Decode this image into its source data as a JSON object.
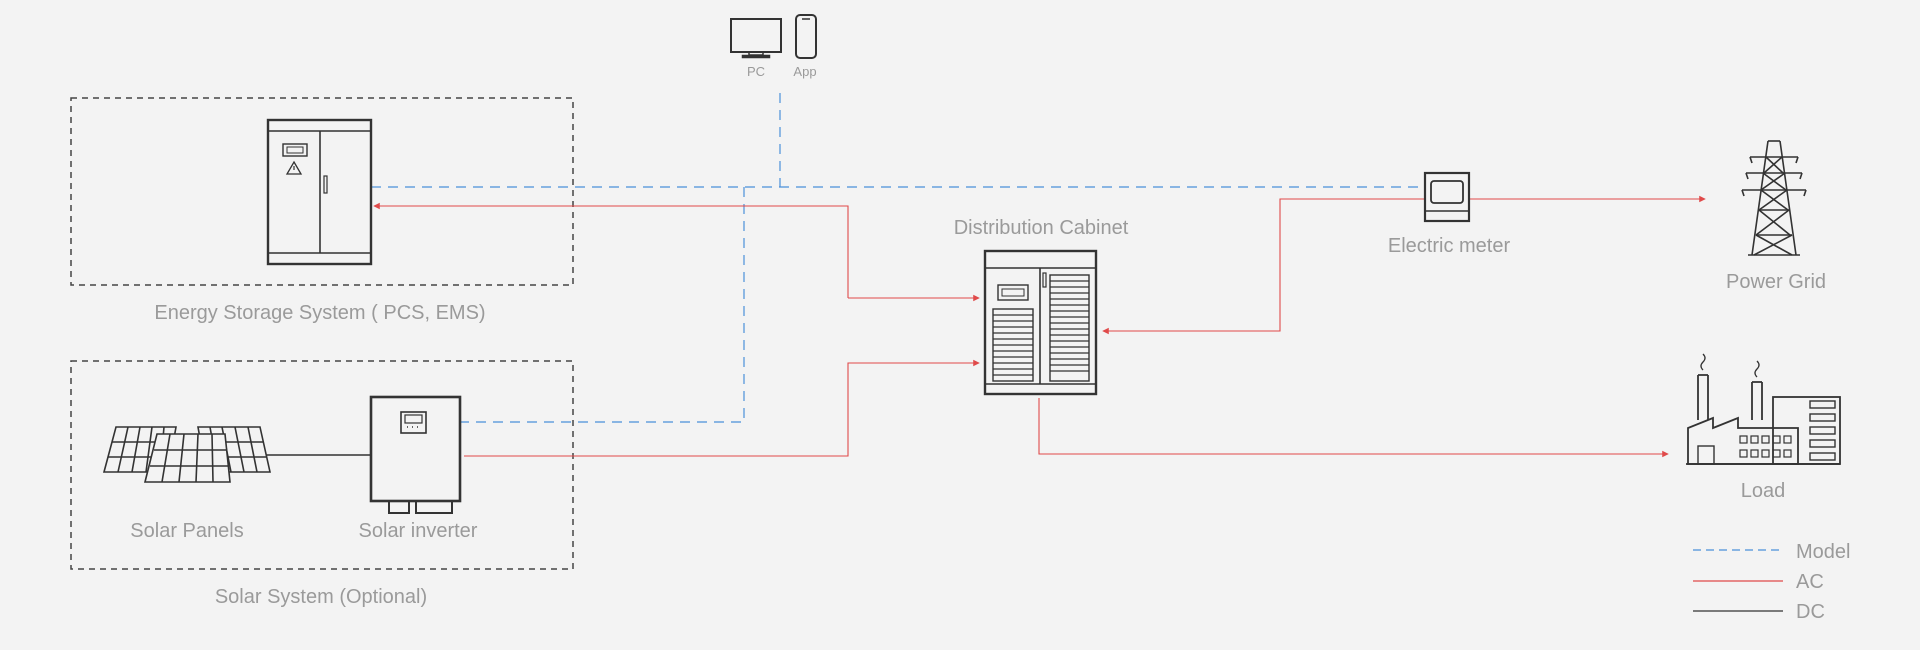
{
  "labels": {
    "pc": "PC",
    "app": "App",
    "ess": "Energy Storage System ( PCS, EMS)",
    "solar_system": "Solar System (Optional)",
    "solar_panels": "Solar Panels",
    "solar_inverter": "Solar inverter",
    "distribution_cabinet": "Distribution Cabinet",
    "electric_meter": "Electric meter",
    "power_grid": "Power Grid",
    "load": "Load"
  },
  "legend": {
    "model": "Model",
    "ac": "AC",
    "dc": "DC"
  },
  "colors": {
    "model_line": "#4a90d9",
    "ac_line": "#e04a4a",
    "dc_line": "#333333",
    "box_border": "#444444",
    "label_text": "#9a9a9a"
  }
}
